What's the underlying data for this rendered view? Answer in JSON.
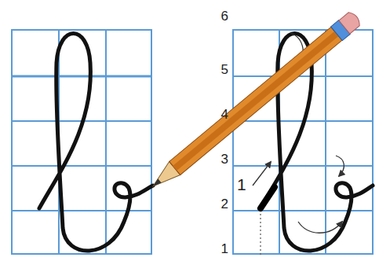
{
  "diagram": {
    "labels": [
      "6",
      "5",
      "4",
      "3",
      "1",
      "2",
      "1"
    ]
  }
}
